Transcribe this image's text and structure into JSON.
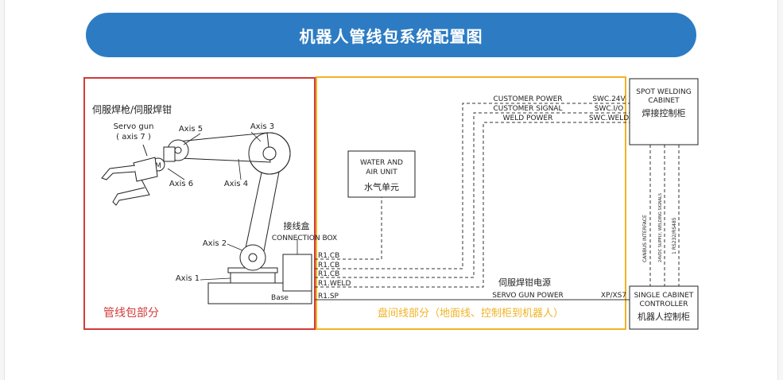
{
  "title": "机器人管线包系统配置图",
  "left_box": {
    "servo_gun_label": "伺服焊枪/伺服焊钳",
    "servo_gun_en": "Servo gun",
    "servo_gun_axis": "( axis 7 )",
    "axis1": "Axis 1",
    "axis2": "Axis 2",
    "axis3": "Axis 3",
    "axis4": "Axis 4",
    "axis5": "Axis 5",
    "axis6": "Axis 6",
    "motor": "M",
    "junction_cn": "接线盒",
    "junction_en": "CONNECTION BOX",
    "base": "Base",
    "caption": "管线包部分"
  },
  "middle_box": {
    "water_unit_en1": "WATER AND",
    "water_unit_en2": "AIR UNIT",
    "water_unit_cn": "水气单元",
    "ports": [
      "R1.CB",
      "R1.CB",
      "R1.CB",
      "R1.WELD",
      "R1.SP"
    ],
    "lines": [
      {
        "label": "CUSTOMER POWER",
        "code": "SWC.24V"
      },
      {
        "label": "CUSTOMER SIGNAL",
        "code": "SWC.I/O"
      },
      {
        "label": "WELD POWER",
        "code": "SWC.WELD"
      }
    ],
    "servo_power_cn": "伺服焊钳电源",
    "servo_power_en": "SERVO GUN POWER",
    "servo_code": "XP/XS7",
    "caption": "盘间线部分（地面线、控制柜到机器人）"
  },
  "spot_cabinet": {
    "en1": "SPOT WELDING",
    "en2": "CABINET",
    "cn": "焊接控制柜"
  },
  "controller": {
    "en1": "SINGLE CABINET",
    "en2": "CONTROLLER",
    "cn": "机器人控制柜"
  },
  "vertical_labels": [
    "CANBUS INTERFACE",
    "24VDC SUPPLY, WELDING SIGNALS",
    "1   RS232/RS485"
  ],
  "colors": {
    "accent": "#2d7cc3",
    "left_border": "#d23a3a",
    "middle_border": "#f0b323"
  }
}
